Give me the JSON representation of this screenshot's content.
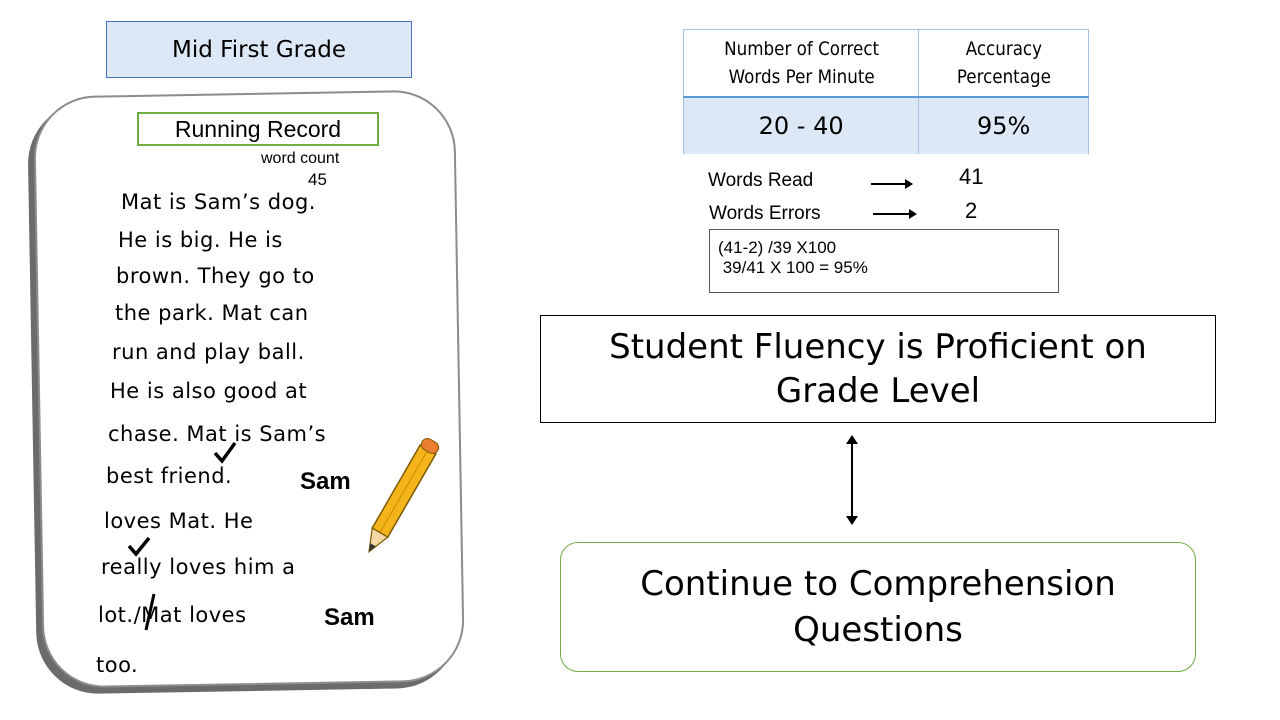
{
  "grade_label": "Mid First Grade",
  "running_record": {
    "title": "Running Record",
    "word_count_label": "word count",
    "word_count_value": "45",
    "lines": [
      "Mat is Sam’s dog.",
      "He is big.  He is",
      "brown.  They go to",
      "the park.  Mat can",
      "run and play ball.",
      "He is also good at",
      "chase. Mat is Sam’s",
      "best friend.",
      "loves Mat.  He",
      "really loves him a",
      "lot./Mat loves",
      "too."
    ],
    "inserted_words": [
      "Sam",
      "Sam"
    ]
  },
  "fluency_table": {
    "headers": [
      "Number of Correct Words Per Minute",
      "Accuracy Percentage"
    ],
    "rows": [
      [
        "20 - 40",
        "95%"
      ]
    ]
  },
  "calculation": {
    "words_read_label": "Words Read",
    "words_read_value": "41",
    "word_errors_label": "Words Errors",
    "word_errors_value": "2",
    "formula_line1": "(41-2) /39 X100",
    "formula_line2": " 39/41 X 100 = 95%"
  },
  "result_text": "Student Fluency is Proficient on Grade Level",
  "next_step_text": "Continue to Comprehension Questions",
  "colors": {
    "light_blue_fill": "#dce8f5",
    "blue_border": "#4472c4",
    "green_border": "#70ad47",
    "pencil_yellow": "#f4b41a",
    "eraser_orange": "#ed7d31"
  }
}
